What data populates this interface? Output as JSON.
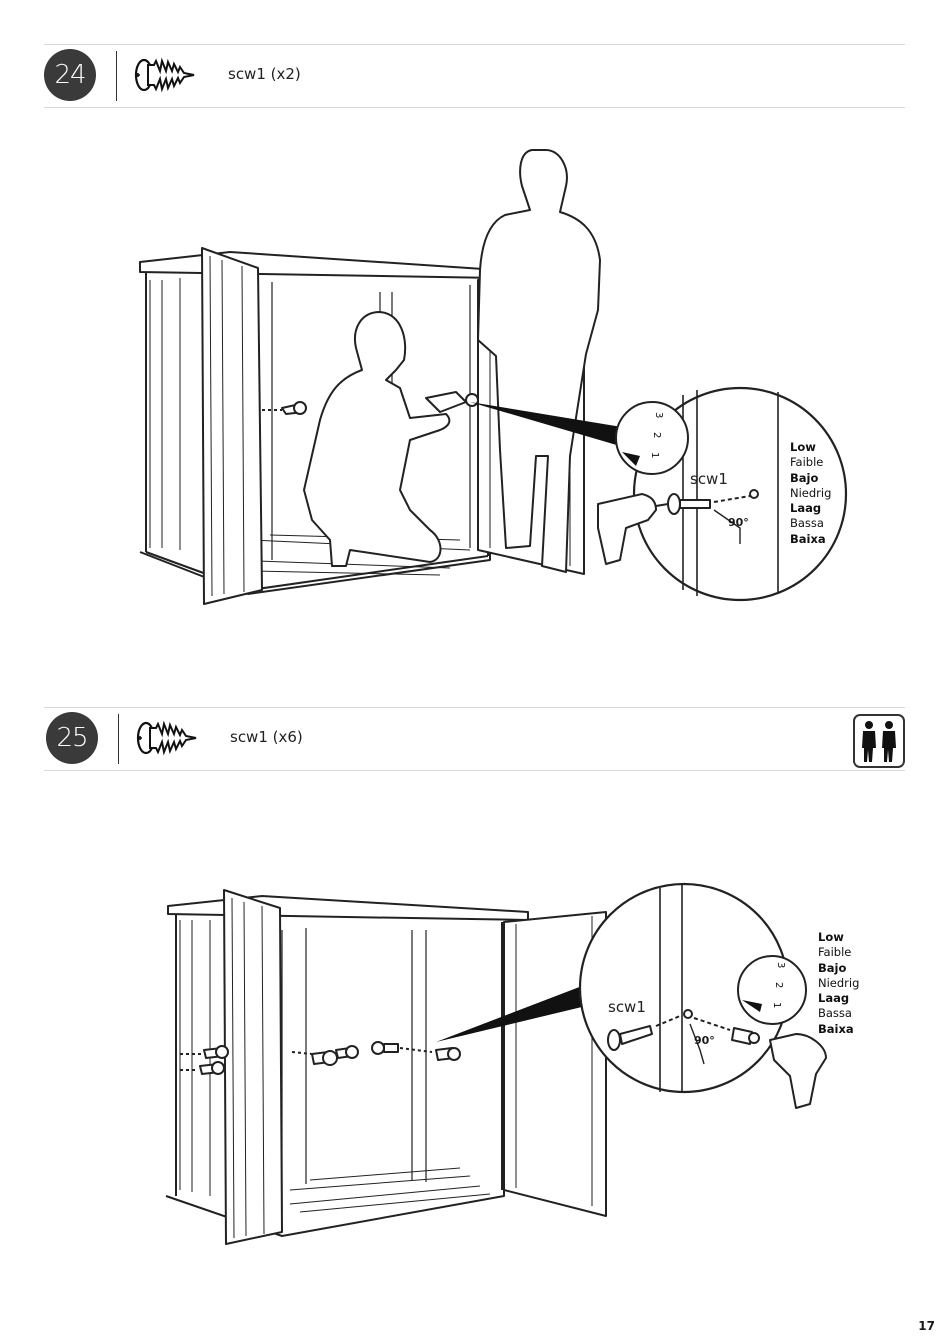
{
  "steps": [
    {
      "number": "24",
      "part": "scw1 (x2)",
      "callout_label": "scw1",
      "angle_label": "90°",
      "speed_legend": [
        "Low",
        "Faible",
        "Bajo",
        "Niedrig",
        "Laag",
        "Bassa",
        "Baixa"
      ],
      "two_person": false
    },
    {
      "number": "25",
      "part": "scw1 (x6)",
      "callout_label": "scw1",
      "angle_label": "90°",
      "speed_legend": [
        "Low",
        "Faible",
        "Bajo",
        "Niedrig",
        "Laag",
        "Bassa",
        "Baixa"
      ],
      "two_person": true
    }
  ],
  "icons": {
    "screw": "screw-icon",
    "two_persons": "two-persons-icon",
    "drill": "drill-icon",
    "torque_dial": "torque-dial-icon"
  },
  "page_number": "17"
}
